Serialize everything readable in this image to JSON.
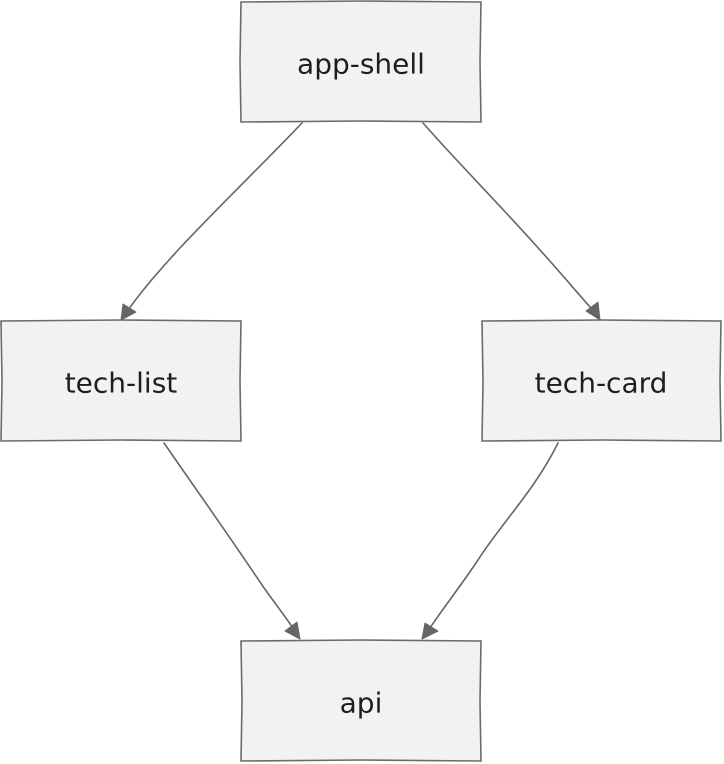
{
  "diagram": {
    "nodes": [
      {
        "id": "app-shell",
        "label": "app-shell"
      },
      {
        "id": "tech-list",
        "label": "tech-list"
      },
      {
        "id": "tech-card",
        "label": "tech-card"
      },
      {
        "id": "api",
        "label": "api"
      }
    ],
    "edges": [
      {
        "from": "app-shell",
        "to": "tech-list"
      },
      {
        "from": "app-shell",
        "to": "tech-card"
      },
      {
        "from": "tech-list",
        "to": "api"
      },
      {
        "from": "tech-card",
        "to": "api"
      }
    ],
    "colors": {
      "node_fill": "#f2f2f2",
      "node_stroke": "#6b6b6b",
      "edge": "#666666",
      "text": "#1e1e1e"
    }
  }
}
